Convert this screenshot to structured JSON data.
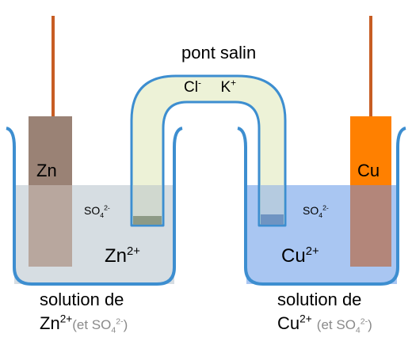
{
  "salt_bridge": {
    "title": "pont salin",
    "cation": "K",
    "cation_charge": "+",
    "anion": "Cl",
    "anion_charge": "-"
  },
  "left_cell": {
    "electrode": "Zn",
    "sulfate_base": "SO",
    "sulfate_sub": "4",
    "sulfate_charge": "2-",
    "ion_base": "Zn",
    "ion_charge": "2+",
    "caption_line1": "solution de",
    "caption_ion": "Zn",
    "caption_charge": "2+",
    "caption_paren_open": "(et ",
    "caption_sulfate": "SO",
    "caption_sulfate_sub": "4",
    "caption_sulfate_charge": "2-",
    "caption_paren_close": ")"
  },
  "right_cell": {
    "electrode": "Cu",
    "sulfate_base": "SO",
    "sulfate_sub": "4",
    "sulfate_charge": "2-",
    "ion_base": "Cu",
    "ion_charge": "2+",
    "caption_line1": "solution de",
    "caption_ion": "Cu",
    "caption_charge": "2+",
    "caption_paren_open": "(et ",
    "caption_sulfate": "SO",
    "caption_sulfate_sub": "4",
    "caption_sulfate_charge": "2-",
    "caption_paren_close": ")"
  },
  "colors": {
    "beaker_outline": "#3d8ed0",
    "zn_solution": "#d6dde2",
    "cu_solution": "#a9c6f2",
    "bridge_fill": "#edf2d7",
    "zinc_plate": "#9a8275",
    "copper_plate": "#ff8000",
    "wire": "#c75d24"
  }
}
